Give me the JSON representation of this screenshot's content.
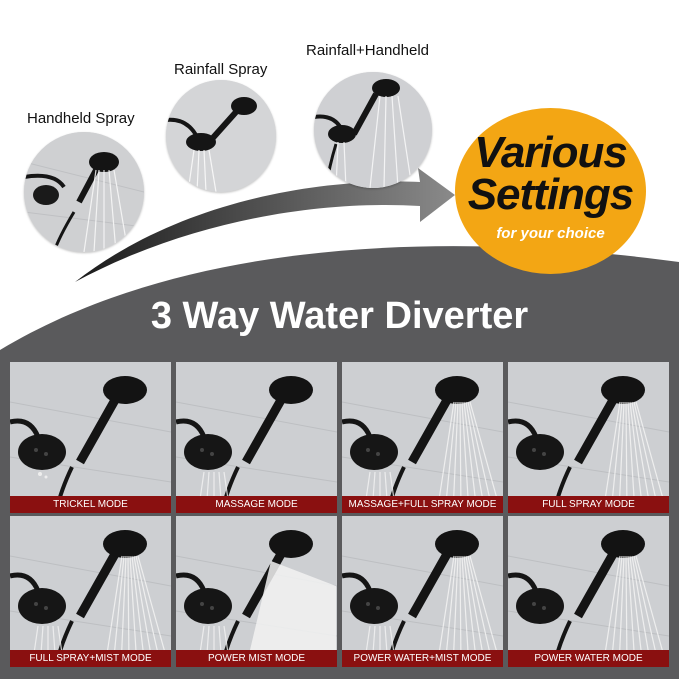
{
  "top_labels": {
    "handheld": "Handheld Spray",
    "rainfall": "Rainfall Spray",
    "combo": "Rainfall+Handheld"
  },
  "badge": {
    "line1": "Various",
    "line2": "Settings",
    "line3": "for your choice"
  },
  "headline": "3 Way Water Diverter",
  "modes": [
    "TRICKEL MODE",
    "MASSAGE MODE",
    "MASSAGE+FULL SPRAY MODE",
    "FULL SPRAY MODE",
    "FULL SPRAY+MIST MODE",
    "POWER MIST MODE",
    "POWER WATER+MIST MODE",
    "POWER WATER MODE"
  ],
  "colors": {
    "badge": "#f3a614",
    "band": "#5a5a5c",
    "caption": "#8a1010",
    "arrow": "#3a3a3a"
  }
}
